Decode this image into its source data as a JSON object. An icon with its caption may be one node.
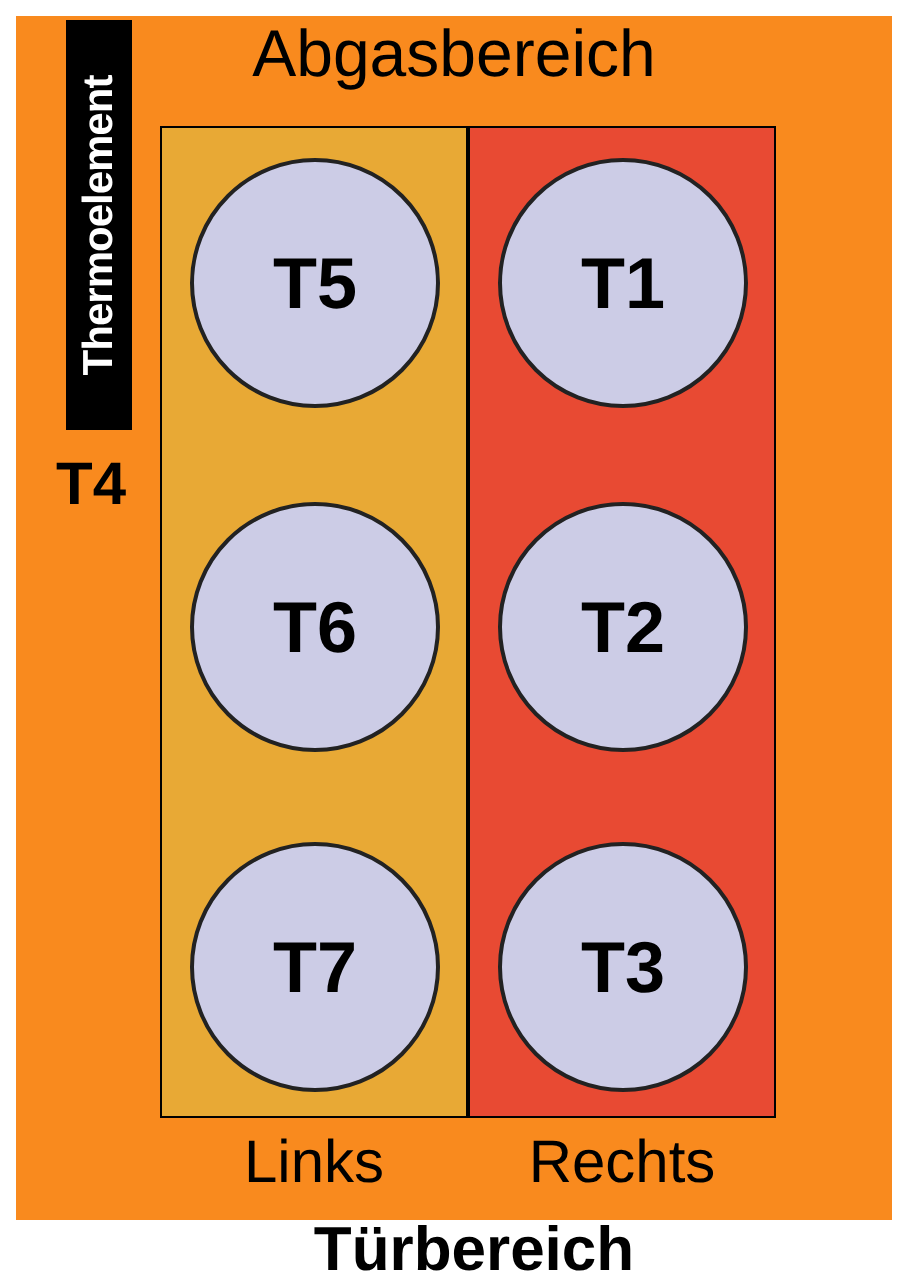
{
  "diagram": {
    "nodes": [
      {
        "text": [
          "Abgasbereich"
        ]
      },
      {
        "text": [
          "Thermoelement"
        ],
        "in": 0,
        "beside": [
          "T4"
        ]
      },
      {
        "text": [
          "Links"
        ],
        "in": 0
      },
      {
        "text": [
          "T5"
        ],
        "in": 2
      },
      {
        "text": [
          "T6"
        ],
        "in": 2
      },
      {
        "text": [
          "T7"
        ],
        "in": 2
      },
      {
        "text": [
          "Rechts"
        ],
        "in": 0
      },
      {
        "text": [
          "T1"
        ],
        "in": 6
      },
      {
        "text": [
          "T2"
        ],
        "in": 6
      },
      {
        "text": [
          "T3"
        ],
        "in": 6
      }
    ],
    "labels": [
      "Türbereich"
    ]
  }
}
